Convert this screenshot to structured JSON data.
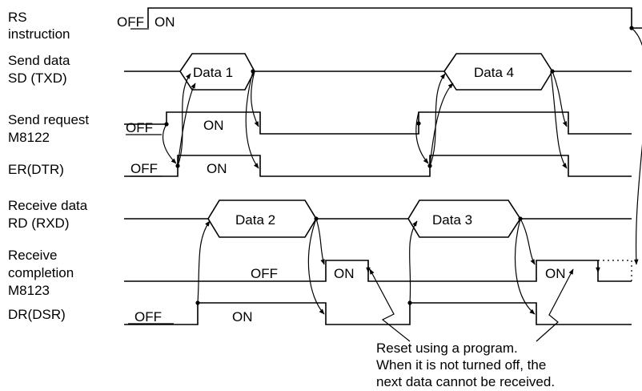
{
  "signals": {
    "rs": [
      "RS",
      "instruction"
    ],
    "sd": [
      "Send data",
      "SD (TXD)"
    ],
    "sr": [
      "Send request",
      "M8122"
    ],
    "er": [
      "ER(DTR)"
    ],
    "rd": [
      "Receive data",
      "RD (RXD)"
    ],
    "rc": [
      "Receive",
      "completion",
      "M8123"
    ],
    "dr": [
      "DR(DSR)"
    ]
  },
  "states": {
    "off": "OFF",
    "on": "ON"
  },
  "data_blocks": {
    "d1": "Data 1",
    "d2": "Data 2",
    "d3": "Data 3",
    "d4": "Data 4"
  },
  "note": [
    "Reset using a program.",
    "When it is not turned off, the",
    "next data cannot be received."
  ]
}
